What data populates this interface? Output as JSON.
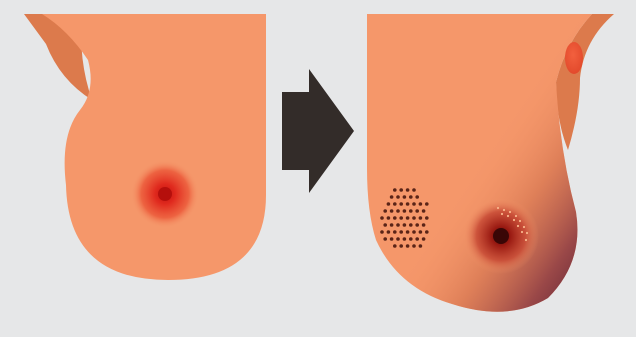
{
  "diagram": {
    "kind": "before-after-illustration",
    "colors": {
      "background": "#e6e7e8",
      "skin": "#f5976a",
      "skin_shadow": "#dc7a4c",
      "arrow": "#332c29",
      "areola_red": "#e12d1f",
      "nipple_dark": "#a5100d",
      "lump": "#ec5a3a",
      "discoloration": "#5e1a36",
      "dimples": "#5a2417"
    },
    "panels": [
      {
        "id": "before",
        "icon": "healthy-breast-icon"
      },
      {
        "id": "after",
        "icon": "changed-breast-icon",
        "features": [
          "skin-dimpling",
          "darkened-areola",
          "skin-discoloration",
          "armpit-lump"
        ]
      }
    ],
    "arrow_icon": "right-arrow-icon"
  }
}
